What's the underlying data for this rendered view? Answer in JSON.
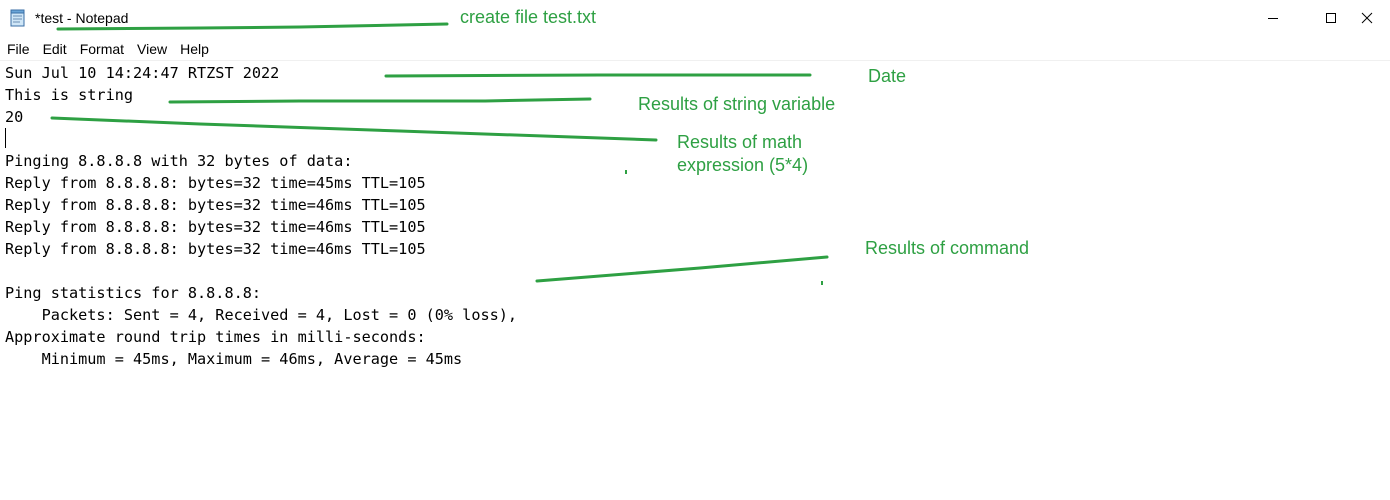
{
  "window": {
    "title": "*test - Notepad",
    "icon": "notepad-icon",
    "controls": [
      "minimize-icon",
      "maximize-icon",
      "close-icon"
    ]
  },
  "menu": {
    "items": [
      "File",
      "Edit",
      "Format",
      "View",
      "Help"
    ]
  },
  "editor": {
    "lines": [
      "Sun Jul 10 14:24:47 RTZST 2022",
      "This is string",
      "20",
      "",
      "Pinging 8.8.8.8 with 32 bytes of data:",
      "Reply from 8.8.8.8: bytes=32 time=45ms TTL=105",
      "Reply from 8.8.8.8: bytes=32 time=46ms TTL=105",
      "Reply from 8.8.8.8: bytes=32 time=46ms TTL=105",
      "Reply from 8.8.8.8: bytes=32 time=46ms TTL=105",
      "",
      "Ping statistics for 8.8.8.8:",
      "    Packets: Sent = 4, Received = 4, Lost = 0 (0% loss),",
      "Approximate round trip times in milli-seconds:",
      "    Minimum = 45ms, Maximum = 46ms, Average = 45ms"
    ]
  },
  "annotations": {
    "color": "#2ea043",
    "create_file": "create file test.txt",
    "date": "Date",
    "string_var": "Results of string variable",
    "math_line1": "Results of math",
    "math_line2": "expression (5*4)",
    "command": "Results of command"
  }
}
